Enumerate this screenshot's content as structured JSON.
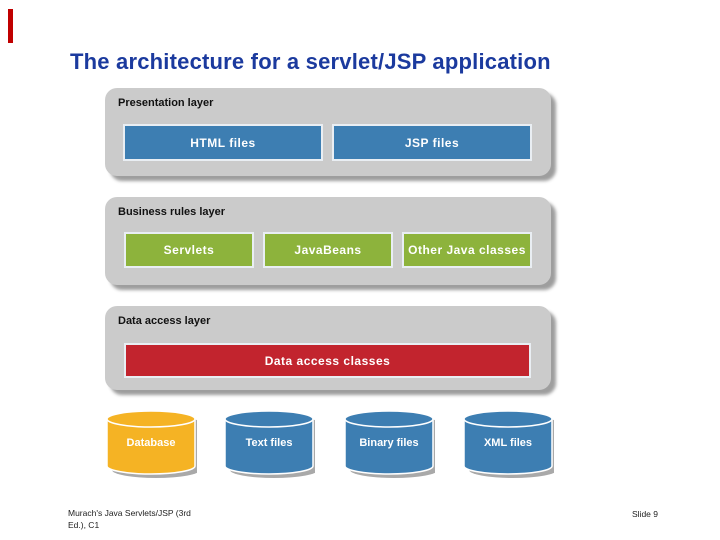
{
  "slide": {
    "title": "The architecture for a servlet/JSP application"
  },
  "layers": [
    {
      "label": "Presentation layer",
      "boxes": [
        {
          "label": "HTML files"
        },
        {
          "label": "JSP files"
        }
      ]
    },
    {
      "label": "Business rules layer",
      "boxes": [
        {
          "label": "Servlets"
        },
        {
          "label": "JavaBeans"
        },
        {
          "label": "Other Java classes"
        }
      ]
    },
    {
      "label": "Data access layer",
      "boxes": [
        {
          "label": "Data access classes"
        }
      ]
    }
  ],
  "datastores": [
    {
      "label": "Database",
      "color": "#f5b324"
    },
    {
      "label": "Text files",
      "color": "#3d7eb2"
    },
    {
      "label": "Binary files",
      "color": "#3d7eb2"
    },
    {
      "label": "XML files",
      "color": "#3d7eb2"
    }
  ],
  "footer": {
    "left_line1": "Murach's Java Servlets/JSP (3rd",
    "left_line2": "Ed.), C1",
    "right": "Slide 9"
  },
  "colors": {
    "title": "#1b3a9e",
    "layer_background": "#cbcbcb",
    "layer_shadow": "#9e9e9e",
    "presentation_box": "#3d7eb2",
    "business_box": "#8db33c",
    "data_access_box": "#c2242e",
    "database_cylinder": "#f5b324",
    "file_cylinder": "#3d7eb2",
    "left_edge_marker": "#c00000"
  }
}
